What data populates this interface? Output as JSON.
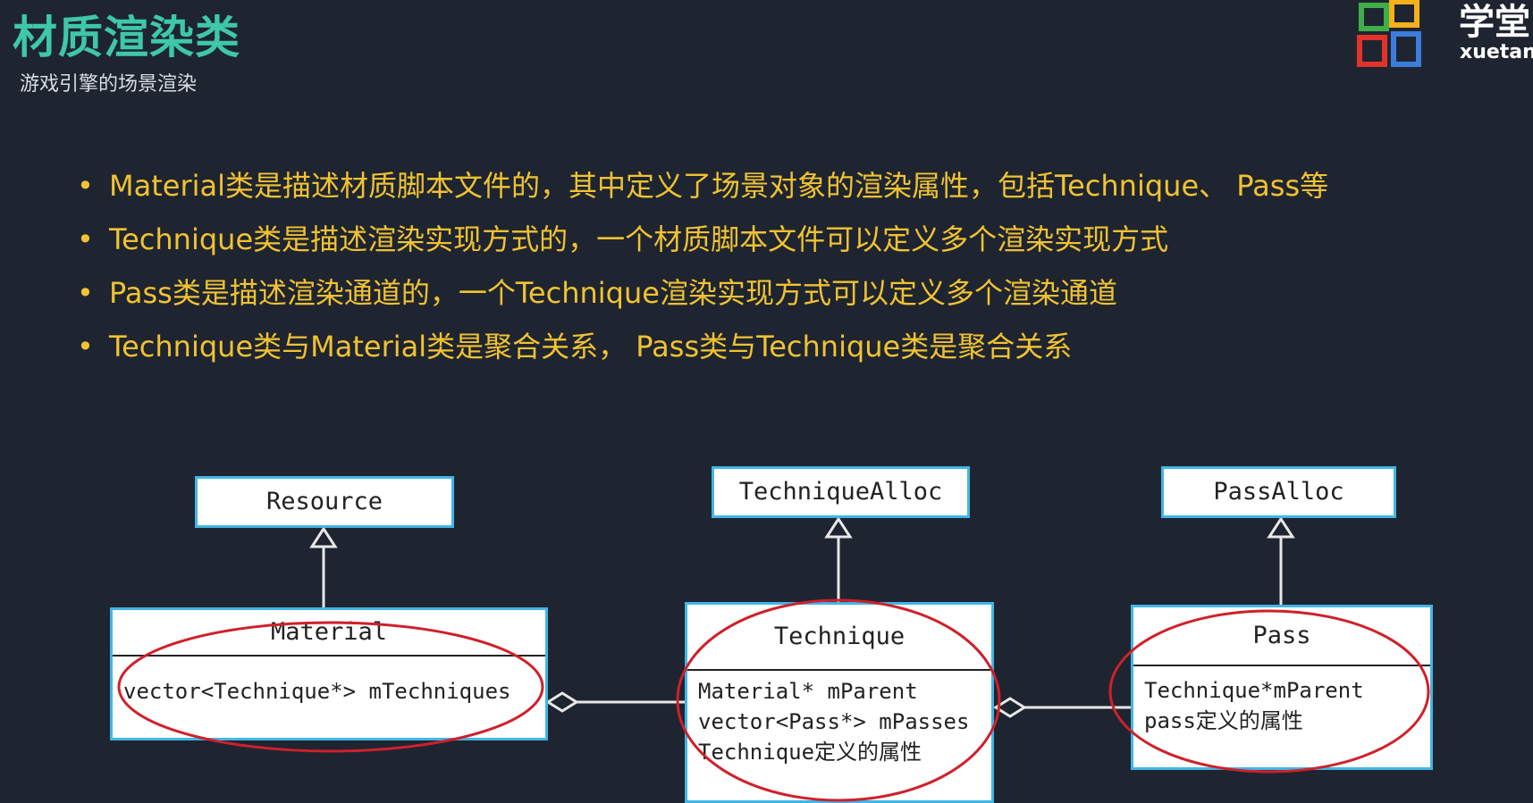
{
  "header": {
    "title": "材质渲染类",
    "subtitle": "游戏引擎的场景渲染"
  },
  "logo": {
    "cn": "学堂",
    "en": "xuetang"
  },
  "bullets": [
    "Material类是描述材质脚本文件的，其中定义了场景对象的渲染属性，包括Technique、 Pass等",
    "Technique类是描述渲染实现方式的，一个材质脚本文件可以定义多个渲染实现方式",
    "Pass类是描述渲染通道的，一个Technique渲染实现方式可以定义多个渲染通道",
    "Technique类与Material类是聚合关系， Pass类与Technique类是聚合关系"
  ],
  "diagram": {
    "resource": "Resource",
    "technique_alloc": "TechniqueAlloc",
    "pass_alloc": "PassAlloc",
    "material": {
      "name": "Material",
      "attrs": [
        "vector<Technique*> mTechniques"
      ]
    },
    "technique": {
      "name": "Technique",
      "attrs": [
        "Material* mParent",
        "vector<Pass*> mPasses",
        "Technique定义的属性"
      ]
    },
    "pass": {
      "name": "Pass",
      "attrs": [
        "Technique*mParent",
        "pass定义的属性"
      ]
    }
  },
  "colors": {
    "background": "#1e2530",
    "title": "#3ec8a8",
    "bullet_text": "#f1c232",
    "box_border": "#41b6e6",
    "highlight_ellipse": "#d0202a"
  }
}
